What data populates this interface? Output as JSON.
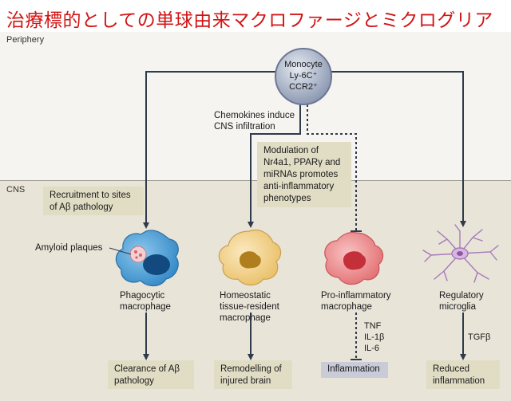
{
  "title": "治療標的としての単球由来マクロファージとミクログリア",
  "regions": {
    "periphery": "Periphery",
    "cns": "CNS"
  },
  "monocyte": {
    "line1": "Monocyte",
    "line2": "Ly-6C⁺",
    "line3": "CCR2⁺"
  },
  "chemokines": {
    "line1": "Chemokines induce",
    "line2": "CNS infiltration"
  },
  "modulation_box": {
    "line1": "Modulation of",
    "line2": "Nr4a1, PPARγ and",
    "line3": "miRNAs promotes",
    "line4": "anti-inflammatory",
    "line5": "phenotypes"
  },
  "recruitment_box": {
    "line1": "Recruitment to sites",
    "line2": "of Aβ pathology"
  },
  "amyloid_label": "Amyloid plaques",
  "cells": {
    "phagocytic": {
      "line1": "Phagocytic",
      "line2": "macrophage"
    },
    "homeostatic": {
      "line1": "Homeostatic",
      "line2": "tissue-resident",
      "line3": "macrophage"
    },
    "proinflammatory": {
      "line1": "Pro-inflammatory",
      "line2": "macrophage"
    },
    "regulatory": {
      "line1": "Regulatory",
      "line2": "microglia"
    }
  },
  "cytokines": {
    "tnf": "TNF",
    "il1b": "IL-1β",
    "il6": "IL-6",
    "tgfb": "TGFβ"
  },
  "outcomes": {
    "clearance": {
      "line1": "Clearance of Aβ",
      "line2": "pathology"
    },
    "remodelling": {
      "line1": "Remodelling of",
      "line2": "injured brain"
    },
    "inflammation": "Inflammation",
    "reduced": {
      "line1": "Reduced",
      "line2": "inflammation"
    }
  },
  "colors": {
    "title": "#d11414",
    "phagocytic_cell": "#4a9fd6",
    "homeostatic_cell": "#f2d18a",
    "proinflammatory_cell": "#ef8a8c",
    "microglia": "#b38ac2",
    "monocyte": "#a9b4c9",
    "outcome_box": "#e1ddc5",
    "inflammation_box": "#c9ccd8"
  }
}
